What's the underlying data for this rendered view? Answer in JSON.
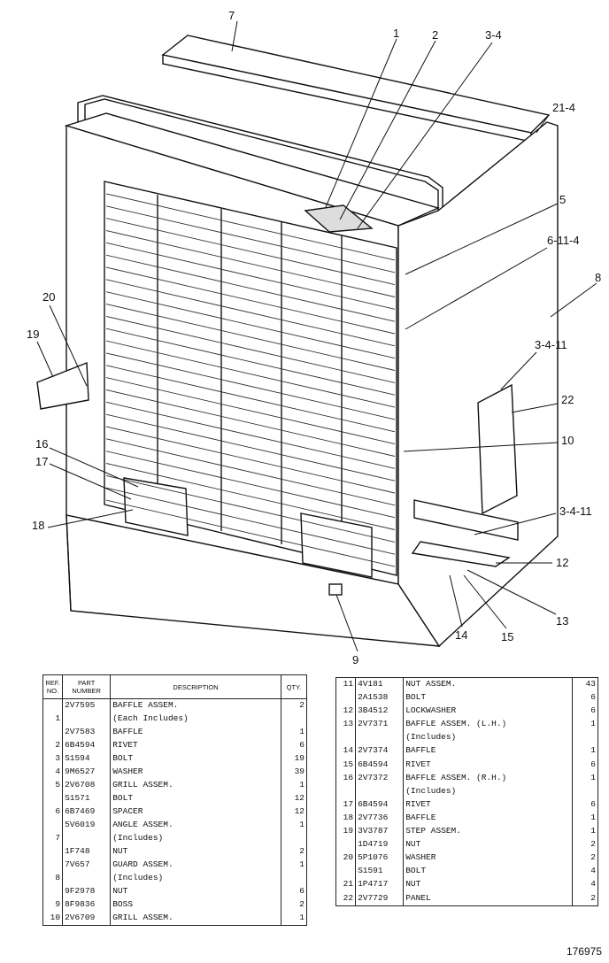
{
  "callouts": [
    {
      "id": "c7",
      "text": "7"
    },
    {
      "id": "c1",
      "text": "1"
    },
    {
      "id": "c2",
      "text": "2"
    },
    {
      "id": "c34a",
      "text": "3-4"
    },
    {
      "id": "c214",
      "text": "21-4"
    },
    {
      "id": "c5",
      "text": "5"
    },
    {
      "id": "c6114",
      "text": "6-11-4"
    },
    {
      "id": "c8",
      "text": "8"
    },
    {
      "id": "c20",
      "text": "20"
    },
    {
      "id": "c19",
      "text": "19"
    },
    {
      "id": "c3411a",
      "text": "3-4-11"
    },
    {
      "id": "c22",
      "text": "22"
    },
    {
      "id": "c10",
      "text": "10"
    },
    {
      "id": "c16",
      "text": "16"
    },
    {
      "id": "c17",
      "text": "17"
    },
    {
      "id": "c18",
      "text": "18"
    },
    {
      "id": "c3411b",
      "text": "3-4-11"
    },
    {
      "id": "c12",
      "text": "12"
    },
    {
      "id": "c13",
      "text": "13"
    },
    {
      "id": "c14",
      "text": "14"
    },
    {
      "id": "c15",
      "text": "15"
    },
    {
      "id": "c9",
      "text": "9"
    }
  ],
  "left_table": {
    "headers": {
      "ref": "REF. NO.",
      "part": "PART NUMBER",
      "desc": "DESCRIPTION",
      "qty": "QTY."
    },
    "rows": [
      {
        "ref": "",
        "part": "2V7595",
        "desc": "BAFFLE ASSEM.",
        "qty": "2"
      },
      {
        "ref": "1",
        "part": "",
        "desc": "(Each Includes)",
        "qty": ""
      },
      {
        "ref": "",
        "part": "2V7583",
        "desc": "BAFFLE",
        "qty": "1"
      },
      {
        "ref": "2",
        "part": "6B4594",
        "desc": "RIVET",
        "qty": "6"
      },
      {
        "ref": "3",
        "part": "S1594",
        "desc": "BOLT",
        "qty": "19"
      },
      {
        "ref": "4",
        "part": "9M6527",
        "desc": "WASHER",
        "qty": "39"
      },
      {
        "ref": "5",
        "part": "2V6708",
        "desc": "GRILL ASSEM.",
        "qty": "1"
      },
      {
        "ref": "",
        "part": "S1571",
        "desc": "BOLT",
        "qty": "12"
      },
      {
        "ref": "6",
        "part": "6B7469",
        "desc": "SPACER",
        "qty": "12"
      },
      {
        "ref": "",
        "part": "5V6019",
        "desc": "ANGLE ASSEM.",
        "qty": "1"
      },
      {
        "ref": "7",
        "part": "",
        "desc": "(Includes)",
        "qty": ""
      },
      {
        "ref": "",
        "part": "1F748",
        "desc": "NUT",
        "qty": "2"
      },
      {
        "ref": "",
        "part": "7V657",
        "desc": "GUARD ASSEM.",
        "qty": "1"
      },
      {
        "ref": "8",
        "part": "",
        "desc": "(Includes)",
        "qty": ""
      },
      {
        "ref": "",
        "part": "9F2978",
        "desc": "NUT",
        "qty": "6"
      },
      {
        "ref": "9",
        "part": "8F9836",
        "desc": "BOSS",
        "qty": "2"
      },
      {
        "ref": "10",
        "part": "2V6709",
        "desc": "GRILL ASSEM.",
        "qty": "1"
      }
    ]
  },
  "right_table": {
    "rows": [
      {
        "ref": "11",
        "part": "4V181",
        "desc": "NUT ASSEM.",
        "qty": "43"
      },
      {
        "ref": "",
        "part": "2A1538",
        "desc": "BOLT",
        "qty": "6"
      },
      {
        "ref": "12",
        "part": "3B4512",
        "desc": "LOCKWASHER",
        "qty": "6"
      },
      {
        "ref": "13",
        "part": "2V7371",
        "desc": "BAFFLE ASSEM. (L.H.)",
        "qty": "1"
      },
      {
        "ref": "",
        "part": "",
        "desc": "(Includes)",
        "qty": ""
      },
      {
        "ref": "14",
        "part": "2V7374",
        "desc": "BAFFLE",
        "qty": "1"
      },
      {
        "ref": "15",
        "part": "6B4594",
        "desc": "RIVET",
        "qty": "6"
      },
      {
        "ref": "16",
        "part": "2V7372",
        "desc": "BAFFLE ASSEM. (R.H.)",
        "qty": "1"
      },
      {
        "ref": "",
        "part": "",
        "desc": "(Includes)",
        "qty": ""
      },
      {
        "ref": "17",
        "part": "6B4594",
        "desc": "RIVET",
        "qty": "6"
      },
      {
        "ref": "18",
        "part": "2V7736",
        "desc": "BAFFLE",
        "qty": "1"
      },
      {
        "ref": "19",
        "part": "3V3787",
        "desc": "STEP ASSEM.",
        "qty": "1"
      },
      {
        "ref": "",
        "part": "1D4719",
        "desc": "NUT",
        "qty": "2"
      },
      {
        "ref": "20",
        "part": "5P1076",
        "desc": "WASHER",
        "qty": "2"
      },
      {
        "ref": "",
        "part": "S1591",
        "desc": "BOLT",
        "qty": "4"
      },
      {
        "ref": "21",
        "part": "1P4717",
        "desc": "NUT",
        "qty": "4"
      },
      {
        "ref": "22",
        "part": "2V7729",
        "desc": "PANEL",
        "qty": "2"
      }
    ]
  },
  "figure_number": "176975"
}
